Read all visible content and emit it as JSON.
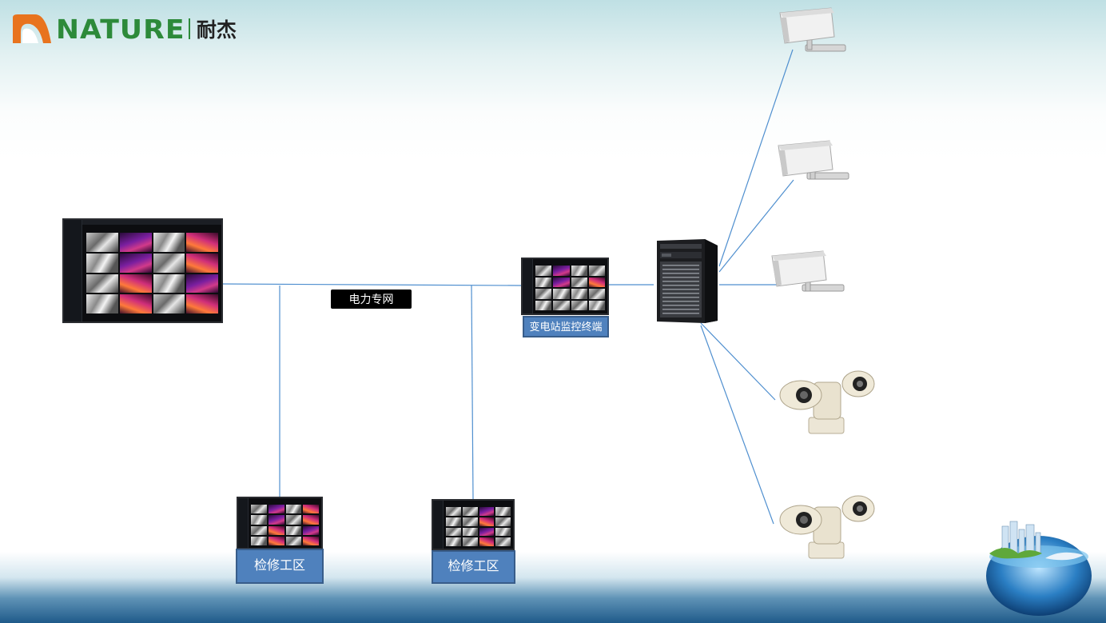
{
  "logo": {
    "brand": "NATURE",
    "chinese": "耐杰",
    "color": "#2d8a3a"
  },
  "network_label": "电力专网",
  "substation_terminal_label": "变电站监控终端",
  "maintenance_area_1_label": "检修工区",
  "maintenance_area_2_label": "检修工区",
  "colors": {
    "link_line": "#4f8fcf",
    "label_blue": "#4f81bd",
    "label_border": "#385d8a"
  },
  "icons": [
    "logo-icon",
    "server-icon",
    "box-camera-icon",
    "ptz-camera-icon",
    "globe-city-icon",
    "monitor-screen"
  ]
}
